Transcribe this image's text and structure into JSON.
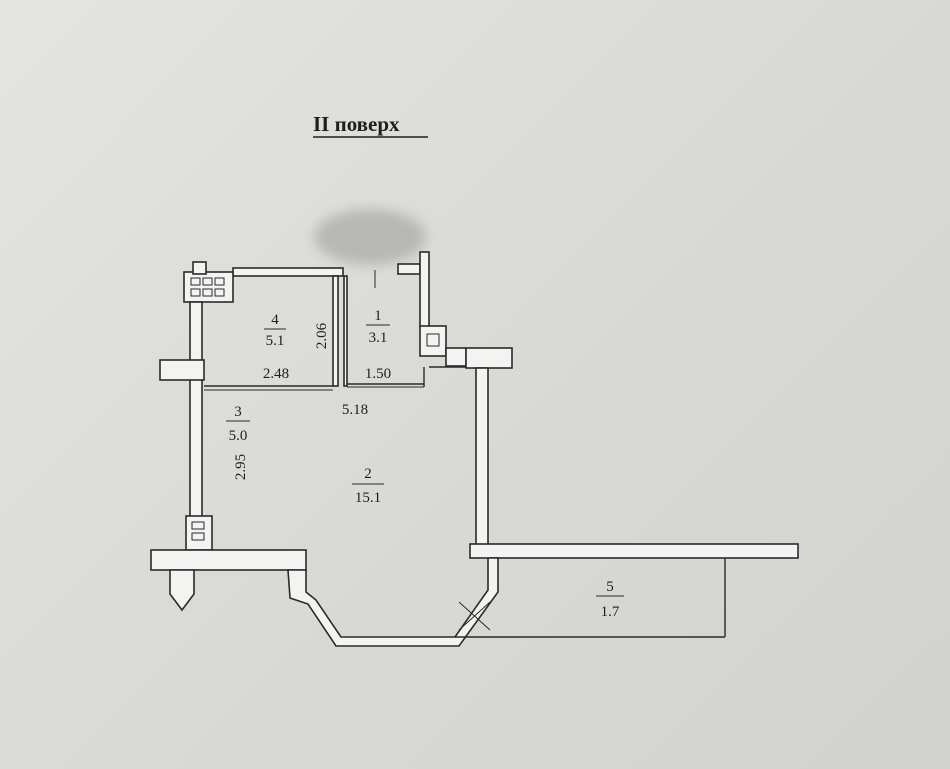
{
  "title": "II  поверх",
  "rooms": [
    {
      "number": "1",
      "area": "3.1"
    },
    {
      "number": "2",
      "area": "15.1"
    },
    {
      "number": "3",
      "area": "5.0"
    },
    {
      "number": "4",
      "area": "5.1"
    },
    {
      "number": "5",
      "area": "1.7"
    }
  ],
  "dimensions": [
    "2.06",
    "2.48",
    "1.50",
    "5.18",
    "2.95"
  ]
}
